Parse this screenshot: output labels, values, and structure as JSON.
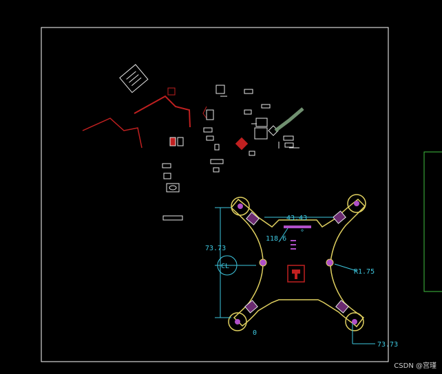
{
  "dimensions": {
    "width_label": "43.43",
    "height_label": "73.73",
    "angle_label": "118.6",
    "angle_degree": "°",
    "radius_label": "R1.75",
    "corner_label": "73.73",
    "center_label": "CL",
    "small_zero": "0"
  },
  "colors": {
    "board_outline": "#ffffff",
    "dimension": "#3ec8e0",
    "pad": "#b050c8",
    "copper_red": "#c02020",
    "silk": "#e8e8e8",
    "frame_right": "#40c040",
    "board_edge": "#e0d060"
  },
  "watermark": "CSDN @宫瑾"
}
